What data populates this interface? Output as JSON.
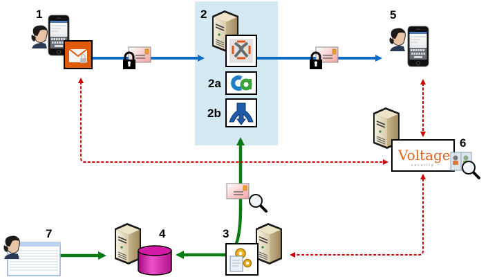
{
  "diagram": {
    "title": "Encrypted mobile email flow with Voltage key management",
    "nodes": [
      {
        "id": "1",
        "label": "1",
        "name": "Sender with smartphone and secure mail app"
      },
      {
        "id": "2",
        "label": "2",
        "name": "Exchange mail server"
      },
      {
        "id": "2a",
        "label": "2a",
        "name": "CA component"
      },
      {
        "id": "2b",
        "label": "2b",
        "name": "Routing / splitter component"
      },
      {
        "id": "3",
        "label": "3",
        "name": "Processing server"
      },
      {
        "id": "4",
        "label": "4",
        "name": "Archive server with database"
      },
      {
        "id": "5",
        "label": "5",
        "name": "Recipient with smartphone"
      },
      {
        "id": "6",
        "label": "6",
        "name": "Voltage key server with directory lookup"
      },
      {
        "id": "7",
        "label": "7",
        "name": "Administrator viewing report"
      }
    ],
    "edges": [
      {
        "from": "1",
        "to": "2",
        "style": "solid",
        "color": "blue",
        "payload": "encrypted-mail"
      },
      {
        "from": "2",
        "to": "5",
        "style": "solid",
        "color": "blue",
        "payload": "encrypted-mail"
      },
      {
        "from": "3",
        "to": "2",
        "style": "solid",
        "color": "green",
        "payload": "inspected-mail"
      },
      {
        "from": "3",
        "to": "4",
        "style": "solid",
        "color": "green"
      },
      {
        "from": "7",
        "to": "4",
        "style": "solid",
        "color": "green"
      },
      {
        "from": "6",
        "to": "1",
        "style": "dashed",
        "color": "red",
        "bidirectional": true
      },
      {
        "from": "6",
        "to": "5",
        "style": "dashed",
        "color": "red",
        "bidirectional": true
      },
      {
        "from": "6",
        "to": "3",
        "style": "dashed",
        "color": "red",
        "bidirectional": true
      }
    ],
    "logo": {
      "brand": "Voltage",
      "tagline": "security"
    }
  },
  "colors": {
    "blue_line": "#0b6dc6",
    "green_line": "#0a7a12",
    "red_dash": "#cc0000",
    "highlight_box": "#d4e9f2",
    "mail_app_orange": "#e05a0c",
    "db_magenta": "#d21aa6",
    "voltage_orange": "#e0641e"
  }
}
